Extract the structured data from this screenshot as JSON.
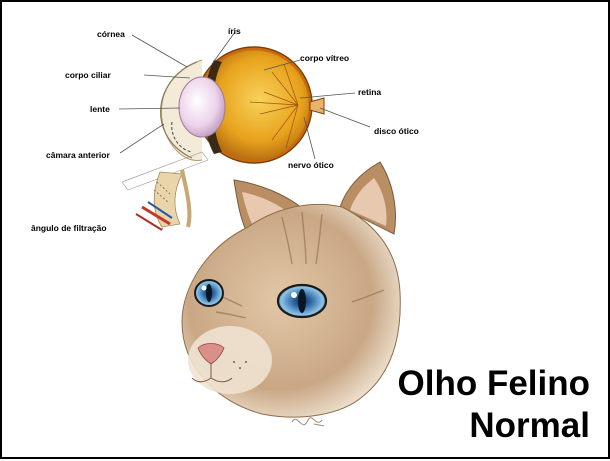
{
  "labels": {
    "cornea": "córnea",
    "iris": "íris",
    "corpo_vitreo": "corpo vítreo",
    "corpo_ciliar": "corpo ciliar",
    "retina": "retina",
    "lente": "lente",
    "disco_otico": "disco ótico",
    "camara_anterior": "câmara anterior",
    "nervo_otico": "nervo ótico",
    "angulo_filtracao": "ângulo de filtração"
  },
  "title": {
    "line1": "Olho Felino",
    "line2": "Normal"
  },
  "colors": {
    "eyeball": "#e8a21c",
    "lens": "#f1d9ee",
    "iris_eye": "#6fa9d6",
    "fur": "#c9a784"
  }
}
